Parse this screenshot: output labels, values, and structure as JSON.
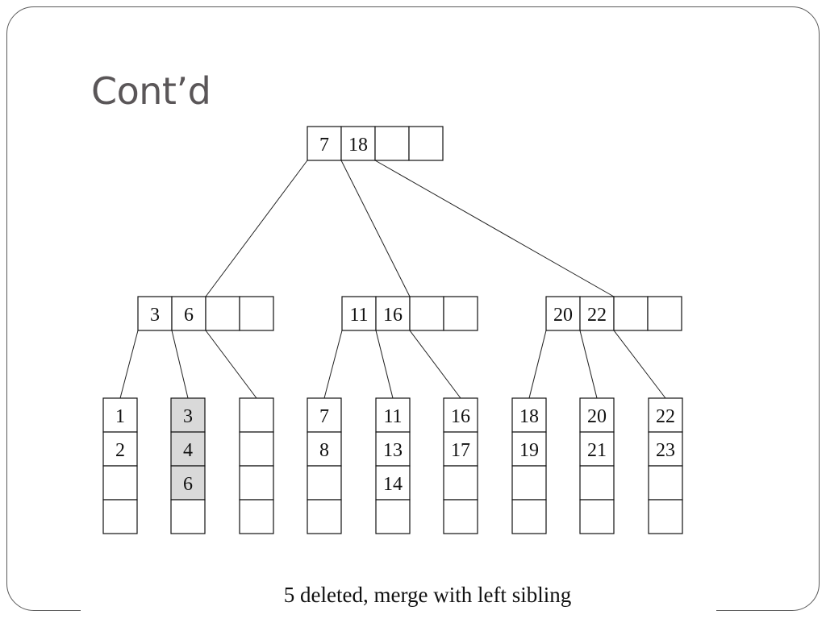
{
  "slide": {
    "title": "Cont’d",
    "caption": "5 deleted, merge with left sibling"
  },
  "tree": {
    "root": {
      "keys": [
        "7",
        "18",
        "",
        ""
      ]
    },
    "internal": [
      {
        "keys": [
          "3",
          "6",
          "",
          ""
        ]
      },
      {
        "keys": [
          "11",
          "16",
          "",
          ""
        ]
      },
      {
        "keys": [
          "20",
          "22",
          "",
          ""
        ]
      }
    ],
    "leaves": [
      {
        "keys": [
          "1",
          "2",
          "",
          ""
        ],
        "highlighted": false
      },
      {
        "keys": [
          "3",
          "4",
          "6",
          ""
        ],
        "highlighted": true
      },
      {
        "keys": [
          "",
          "",
          "",
          ""
        ],
        "highlighted": false
      },
      {
        "keys": [
          "7",
          "8",
          "",
          ""
        ],
        "highlighted": false
      },
      {
        "keys": [
          "11",
          "13",
          "14",
          ""
        ],
        "highlighted": false
      },
      {
        "keys": [
          "16",
          "17",
          "",
          ""
        ],
        "highlighted": false
      },
      {
        "keys": [
          "18",
          "19",
          "",
          ""
        ],
        "highlighted": false
      },
      {
        "keys": [
          "20",
          "21",
          "",
          ""
        ],
        "highlighted": false
      },
      {
        "keys": [
          "22",
          "23",
          "",
          ""
        ],
        "highlighted": false
      }
    ],
    "colors": {
      "highlight": "#d9d9d9",
      "line": "#111111"
    }
  }
}
